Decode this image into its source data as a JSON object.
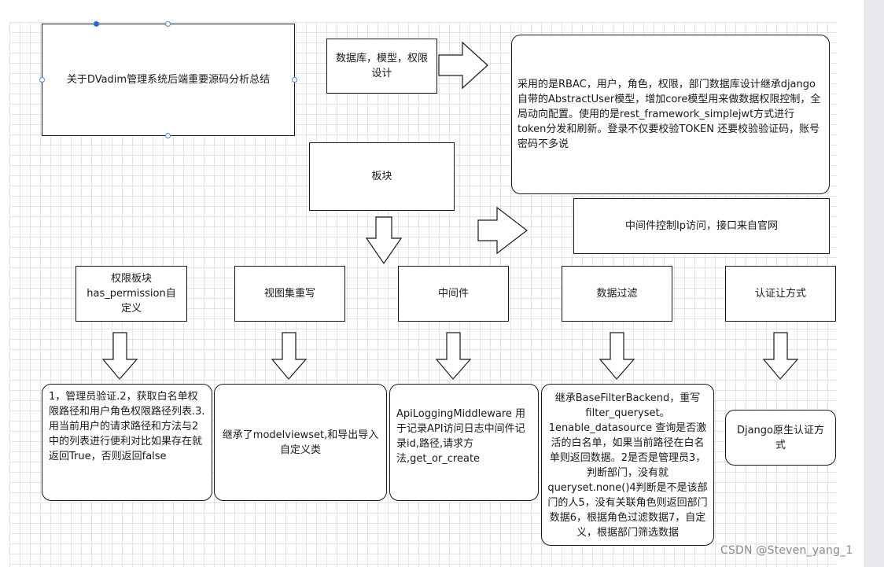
{
  "diagram": {
    "title_box": "关于DVadim管理系统后端重要源码分析总结",
    "db_design": "数据库，模型，权限设计",
    "db_desc": "采用的是RBAC，用户，角色，权限，部门数据库设计继承django 自带的AbstractUser模型，增加core模型用来做数据权限控制，全局动向配置。使用的是rest_framework_simplejwt方式进行token分发和刷新。登录不仅要校验TOKEN 还要校验验证码，账号密码不多说",
    "module": "板块",
    "middleware_note": "中间件控制Ip访问，接口来自官网",
    "categories": [
      {
        "label": "权限板块\nhas_permission自定义",
        "detail": "1，管理员验证.2，获取白名单权限路径和用户角色权限路径列表.3.用当前用户的请求路径和方法与2中的列表进行便利对比如果存在就返回True，否则返回false"
      },
      {
        "label": "视图集重写",
        "detail": "继承了modelviewset,和导出导入自定义类"
      },
      {
        "label": "中间件",
        "detail": "ApiLoggingMiddleware 用于记录API访问日志中间件记录id,路径,请求方法,get_or_create"
      },
      {
        "label": "数据过滤",
        "detail": "继承BaseFilterBackend，重写filter_queryset。1enable_datasource 查询是否激活的白名单，如果当前路径在白名单则返回数据。2是否是管理员3，判断部门，没有就queryset.none()4判断是不是该部门的人5，没有关联角色则返回部门数据6，根据角色过滤数据7，自定义，根据部门筛选数据"
      },
      {
        "label": "认证让方式",
        "detail": "Django原生认证方式"
      }
    ]
  },
  "watermark": "CSDN @Steven_yang_1"
}
